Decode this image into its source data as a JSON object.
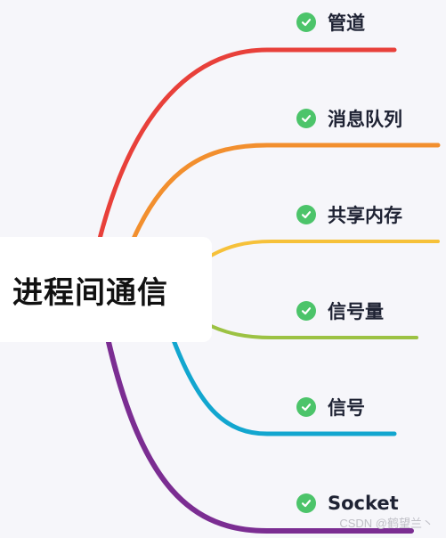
{
  "root": {
    "title": "进程间通信"
  },
  "branches": [
    {
      "label": "管道",
      "color": "#e8403a"
    },
    {
      "label": "消息队列",
      "color": "#f28f2e"
    },
    {
      "label": "共享内存",
      "color": "#f6c13a"
    },
    {
      "label": "信号量",
      "color": "#9cc243"
    },
    {
      "label": "信号",
      "color": "#12a6cf"
    },
    {
      "label": "Socket",
      "color": "#7b2d92"
    }
  ],
  "icon": "check-circle-icon",
  "check_color": "#4cc46a",
  "watermark": "CSDN @鹤望兰丶"
}
